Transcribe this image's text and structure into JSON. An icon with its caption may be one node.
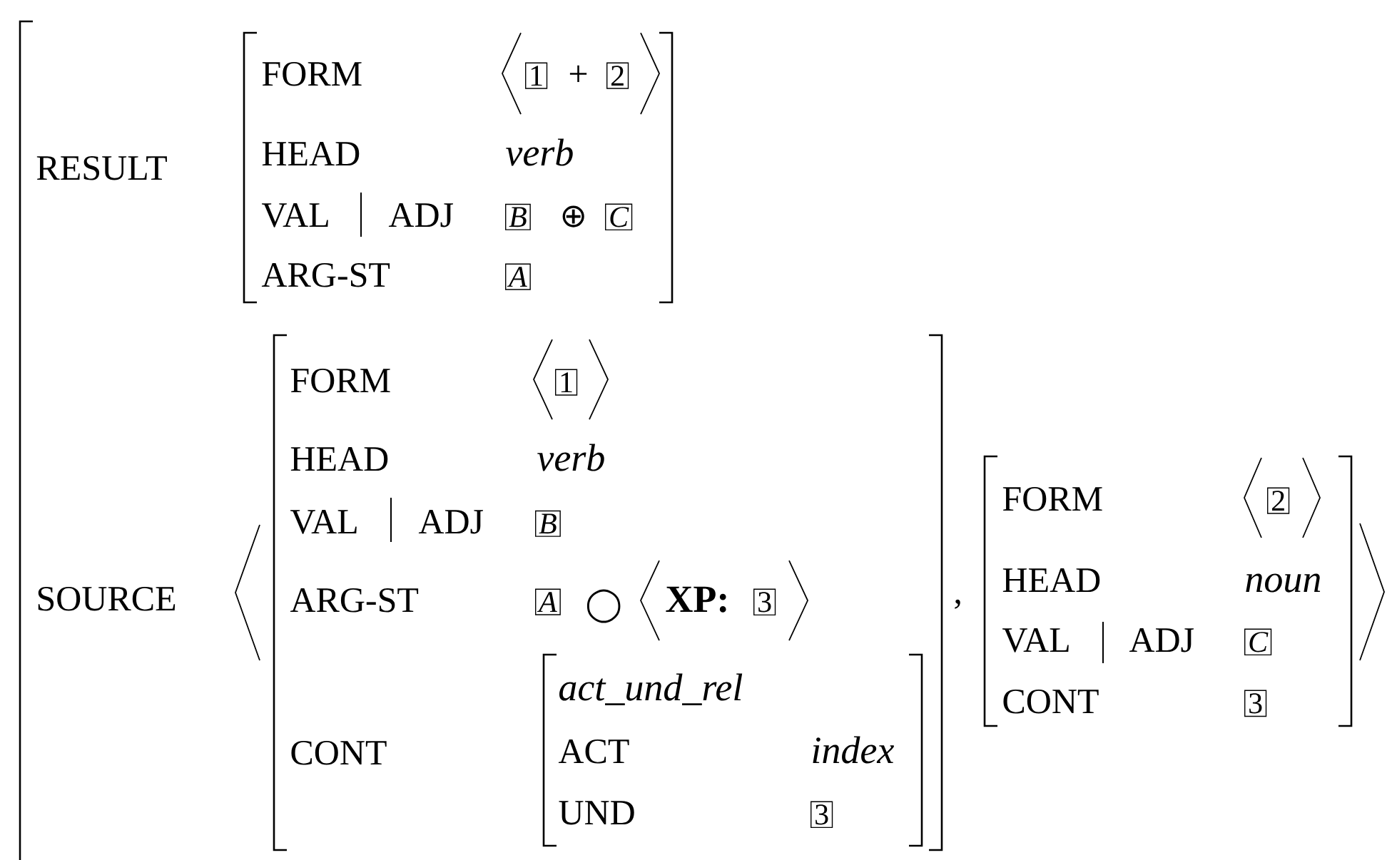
{
  "diagram": {
    "nodes": [
      {
        "text": [
          "RESULT",
          "SOURCE",
          ","
        ]
      },
      {
        "text": [
          "FORM",
          "+",
          "HEAD",
          "verb",
          "VAL",
          "ADJ",
          "⊕",
          "ARG-ST"
        ],
        "in": 0
      },
      {
        "text": [
          "1"
        ],
        "in": 1
      },
      {
        "text": [
          "2"
        ],
        "in": 1
      },
      {
        "text": [
          "B"
        ],
        "in": 1
      },
      {
        "text": [
          "C"
        ],
        "in": 1
      },
      {
        "text": [
          "A"
        ],
        "in": 1
      },
      {
        "text": [
          "FORM",
          "HEAD",
          "verb",
          "VAL",
          "ADJ",
          "ARG-ST",
          "◯",
          "XP:",
          "CONT"
        ],
        "in": 0
      },
      {
        "text": [
          "1"
        ],
        "in": 7
      },
      {
        "text": [
          "B"
        ],
        "in": 7
      },
      {
        "text": [
          "A"
        ],
        "in": 7
      },
      {
        "text": [
          "3"
        ],
        "in": 7
      },
      {
        "text": [
          "act_und_rel",
          "ACT",
          "index",
          "UND"
        ],
        "in": 7
      },
      {
        "text": [
          "3"
        ],
        "in": 12
      },
      {
        "text": [
          "FORM",
          "HEAD",
          "noun",
          "VAL",
          "ADJ",
          "CONT"
        ],
        "in": 0
      },
      {
        "text": [
          "2"
        ],
        "in": 14
      },
      {
        "text": [
          "C"
        ],
        "in": 14
      },
      {
        "text": [
          "3"
        ],
        "in": 14
      }
    ]
  }
}
